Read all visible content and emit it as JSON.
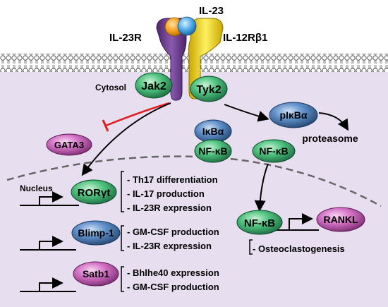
{
  "receptor": {
    "ligand": "IL-23",
    "left_chain": "IL-23R",
    "right_chain": "IL-12Rβ1",
    "compartment": "Cytosol",
    "kinase_left": "Jak2",
    "kinase_right": "Tyk2"
  },
  "cytosol": {
    "gata3": "GATA3",
    "ikba": "IκBα",
    "nfkb_complex": "NF-κB",
    "pikba": "pIκBα",
    "proteasome": "proteasome",
    "nfkb_free": "NF-κB"
  },
  "nucleus": {
    "label": "Nucleus",
    "rorgt": "RORγt",
    "rorgt_effects": [
      "- Th17 differentiation",
      "- IL-17 production",
      "- IL-23R expression"
    ],
    "blimp1": "Blimp-1",
    "blimp1_effects": [
      "- GM-CSF production",
      "- IL-23R expression"
    ],
    "satb1": "Satb1",
    "satb1_effects": [
      "- Bhlhe40 expression",
      "- GM-CSF production"
    ],
    "nfkb": "NF-κB",
    "rankl": "RANKL",
    "nfkb_effects": [
      "- Osteoclastogenesis"
    ]
  },
  "colors": {
    "cell_bg": "#e7dff0",
    "green_node": "#2f9a63",
    "blue_node": "#3f6fa8",
    "magenta_node": "#c25bb5",
    "il23r_purple": "#6a3d8a",
    "il12rb1_yellow": "#f0d01a",
    "inhibition_red": "#e02020"
  }
}
